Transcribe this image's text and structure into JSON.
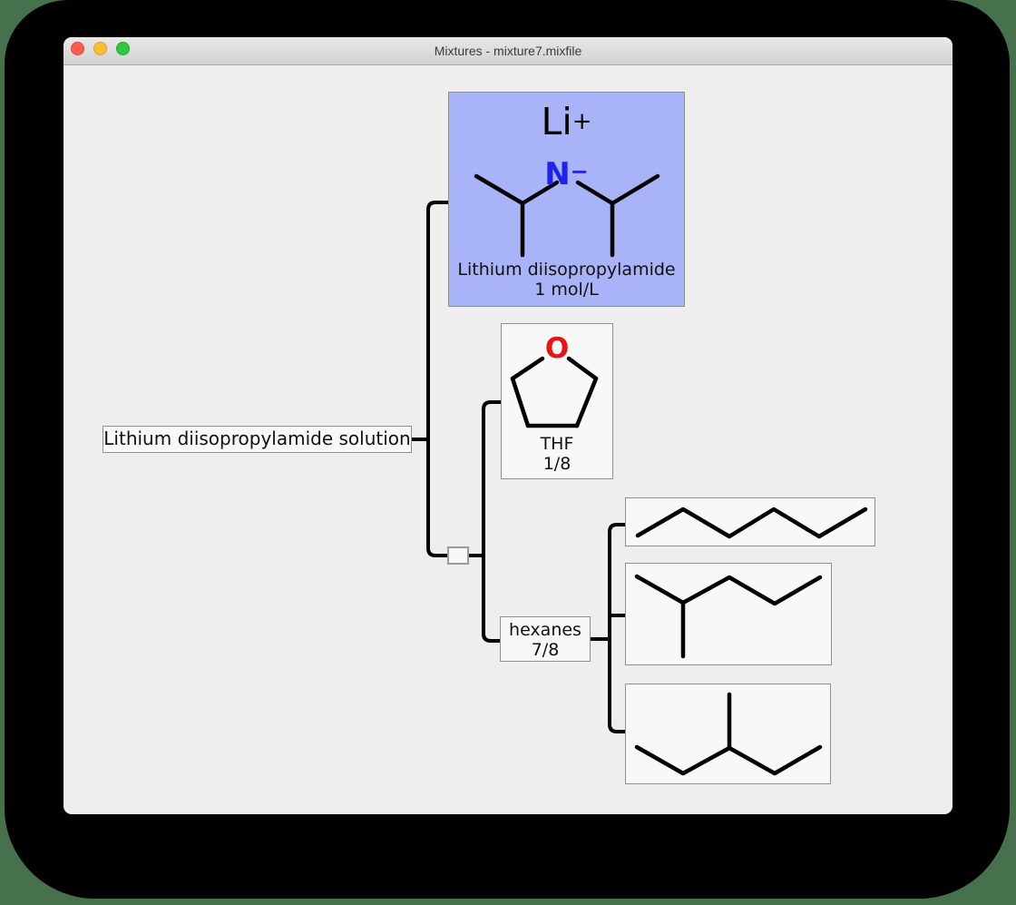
{
  "window": {
    "title": "Mixtures - mixture7.mixfile",
    "traffic_lights": [
      "close",
      "minimize",
      "zoom"
    ]
  },
  "tree": {
    "root": {
      "label": "Lithium diisopropylamide solution"
    },
    "lda": {
      "cation": "Li",
      "cation_charge": "+",
      "atom": "N",
      "atom_charge": "−",
      "name": "Lithium diisopropylamide",
      "concentration": "1 mol/L"
    },
    "thf": {
      "atom": "O",
      "name": "THF",
      "ratio": "1/8"
    },
    "hexanes": {
      "name": "hexanes",
      "ratio": "7/8"
    }
  },
  "colors": {
    "highlight_fill": "#a9b4f8",
    "nitrogen": "#2222ee",
    "oxygen": "#ee1111",
    "bond": "#000000",
    "connector": "#000000"
  }
}
